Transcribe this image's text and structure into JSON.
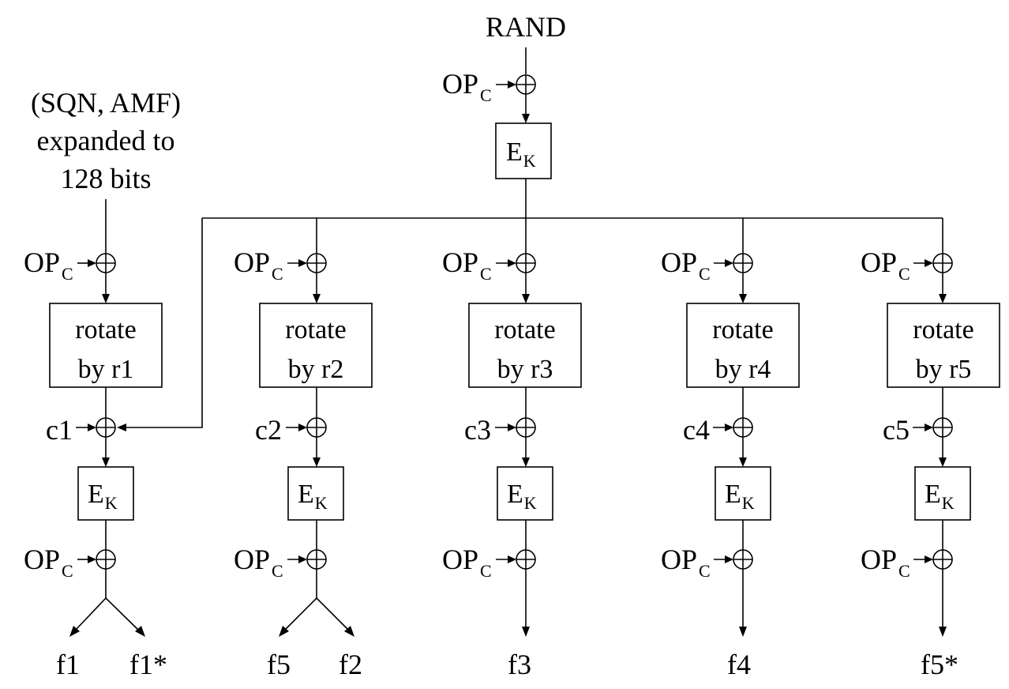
{
  "inputs": {
    "rand": "RAND",
    "sqn_line1": "(SQN, AMF)",
    "sqn_line2": "expanded to",
    "sqn_line3": "128 bits"
  },
  "op": {
    "main": "OP",
    "sub": "C"
  },
  "ek": {
    "main": "E",
    "sub": "K"
  },
  "branches": [
    {
      "rotate_line1": "rotate",
      "rotate_line2": "by r1",
      "constant": "c1",
      "outputs": [
        "f1",
        "f1*"
      ]
    },
    {
      "rotate_line1": "rotate",
      "rotate_line2": "by r2",
      "constant": "c2",
      "outputs": [
        "f5",
        "f2"
      ]
    },
    {
      "rotate_line1": "rotate",
      "rotate_line2": "by r3",
      "constant": "c3",
      "outputs": [
        "f3"
      ]
    },
    {
      "rotate_line1": "rotate",
      "rotate_line2": "by r4",
      "constant": "c4",
      "outputs": [
        "f4"
      ]
    },
    {
      "rotate_line1": "rotate",
      "rotate_line2": "by r5",
      "constant": "c5",
      "outputs": [
        "f5*"
      ]
    }
  ]
}
